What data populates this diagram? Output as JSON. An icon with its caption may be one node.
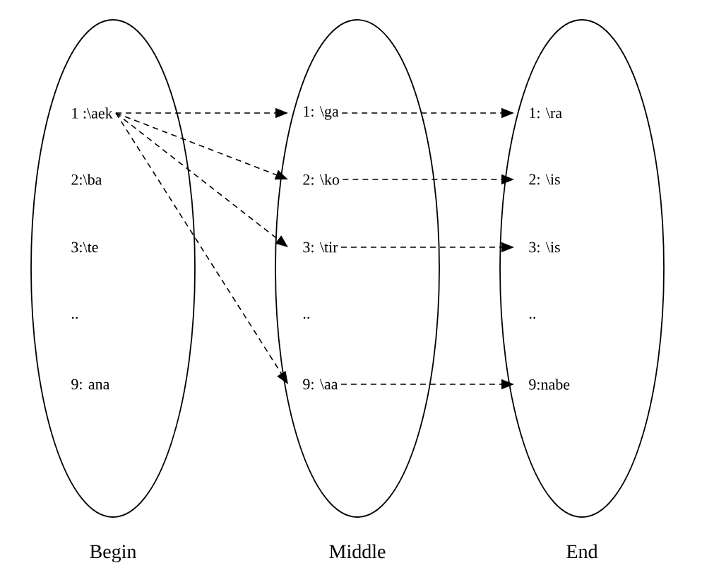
{
  "diagram": {
    "nodes": [
      {
        "text": [
          "Begin"
        ]
      },
      {
        "text": [
          "1 :\\aek"
        ],
        "in": 0
      },
      {
        "text": [
          "2:\\ba"
        ],
        "in": 0
      },
      {
        "text": [
          "3:\\te"
        ],
        "in": 0
      },
      {
        "text": [
          ".."
        ],
        "in": 0
      },
      {
        "text": [
          "9: ana"
        ],
        "in": 0
      },
      {
        "text": [
          "Middle"
        ]
      },
      {
        "text": [
          "1: \\ga"
        ],
        "in": 6
      },
      {
        "text": [
          "2: \\ko"
        ],
        "in": 6
      },
      {
        "text": [
          "3: \\tir"
        ],
        "in": 6
      },
      {
        "text": [
          ".."
        ],
        "in": 6
      },
      {
        "text": [
          "9: \\aa"
        ],
        "in": 6
      },
      {
        "text": [
          "End"
        ]
      },
      {
        "text": [
          "1: \\ra"
        ],
        "in": 12
      },
      {
        "text": [
          "2: \\is"
        ],
        "in": 12
      },
      {
        "text": [
          "3: \\is"
        ],
        "in": 12
      },
      {
        "text": [
          ".."
        ],
        "in": 12
      },
      {
        "text": [
          "9:nabe"
        ],
        "in": 12
      }
    ],
    "edges": [
      {
        "from": 1,
        "to": 7,
        "arrow": "to",
        "style": "dashed"
      },
      {
        "from": 1,
        "to": 8,
        "arrow": "to",
        "style": "dashed"
      },
      {
        "from": 1,
        "to": 9,
        "arrow": "to",
        "style": "dashed"
      },
      {
        "from": 1,
        "to": 11,
        "arrow": "to",
        "style": "dashed"
      },
      {
        "from": 7,
        "to": 13,
        "arrow": "to",
        "style": "dashed"
      },
      {
        "from": 8,
        "to": 14,
        "arrow": "to",
        "style": "dashed"
      },
      {
        "from": 9,
        "to": 15,
        "arrow": "to",
        "style": "dashed"
      },
      {
        "from": 11,
        "to": 17,
        "arrow": "to",
        "style": "dashed"
      }
    ]
  }
}
